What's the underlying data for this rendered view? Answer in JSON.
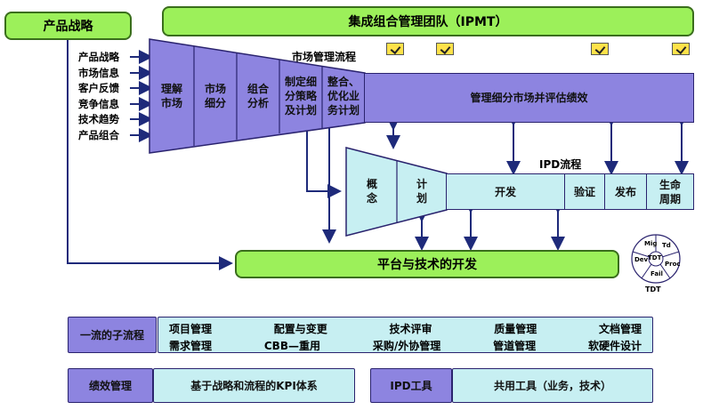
{
  "strategy_box": "产品战略",
  "ipmt_box": "集成组合管理团队（IPMT）",
  "inputs": [
    "产品战略",
    "市场信息",
    "客户反馈",
    "竞争信息",
    "技术趋势",
    "产品组合"
  ],
  "market_process_title": "市场管理流程",
  "market_stages": [
    "理解\n市场",
    "市场\n细分",
    "组合\n分析",
    "制定细\n分策略\n及计划",
    "整合、\n优化业\n务计划"
  ],
  "market_bar": "管理细分市场并评估绩效",
  "ipd_title": "IPD流程",
  "ipd_funnel": [
    "概\n念",
    "计\n划"
  ],
  "ipd_stages": [
    "开发",
    "验证",
    "发布",
    "生命\n周期"
  ],
  "platform_box": "平台与技术的开发",
  "tdt": {
    "center": "TDT",
    "label": "TDT",
    "segments": [
      "Mig",
      "Td",
      "Proc",
      "Fail",
      "Dev"
    ]
  },
  "subprocess": {
    "label": "一流的子流程",
    "row1": [
      "项目管理",
      "配置与变更",
      "技术评审",
      "质量管理",
      "文档管理"
    ],
    "row2": [
      "需求管理",
      "CBB—重用",
      "采购/外协管理",
      "管道管理",
      "软硬件设计"
    ]
  },
  "performance": {
    "label": "绩效管理",
    "value": "基于战略和流程的KPI体系"
  },
  "ipd_tools": {
    "label": "IPD工具",
    "value": "共用工具（业务，技术）"
  },
  "colors": {
    "green": "#9cf05a",
    "purple": "#8d84e0",
    "cyan": "#c7eff2",
    "navy": "#1e2a7a",
    "check": "#ffe24a"
  }
}
